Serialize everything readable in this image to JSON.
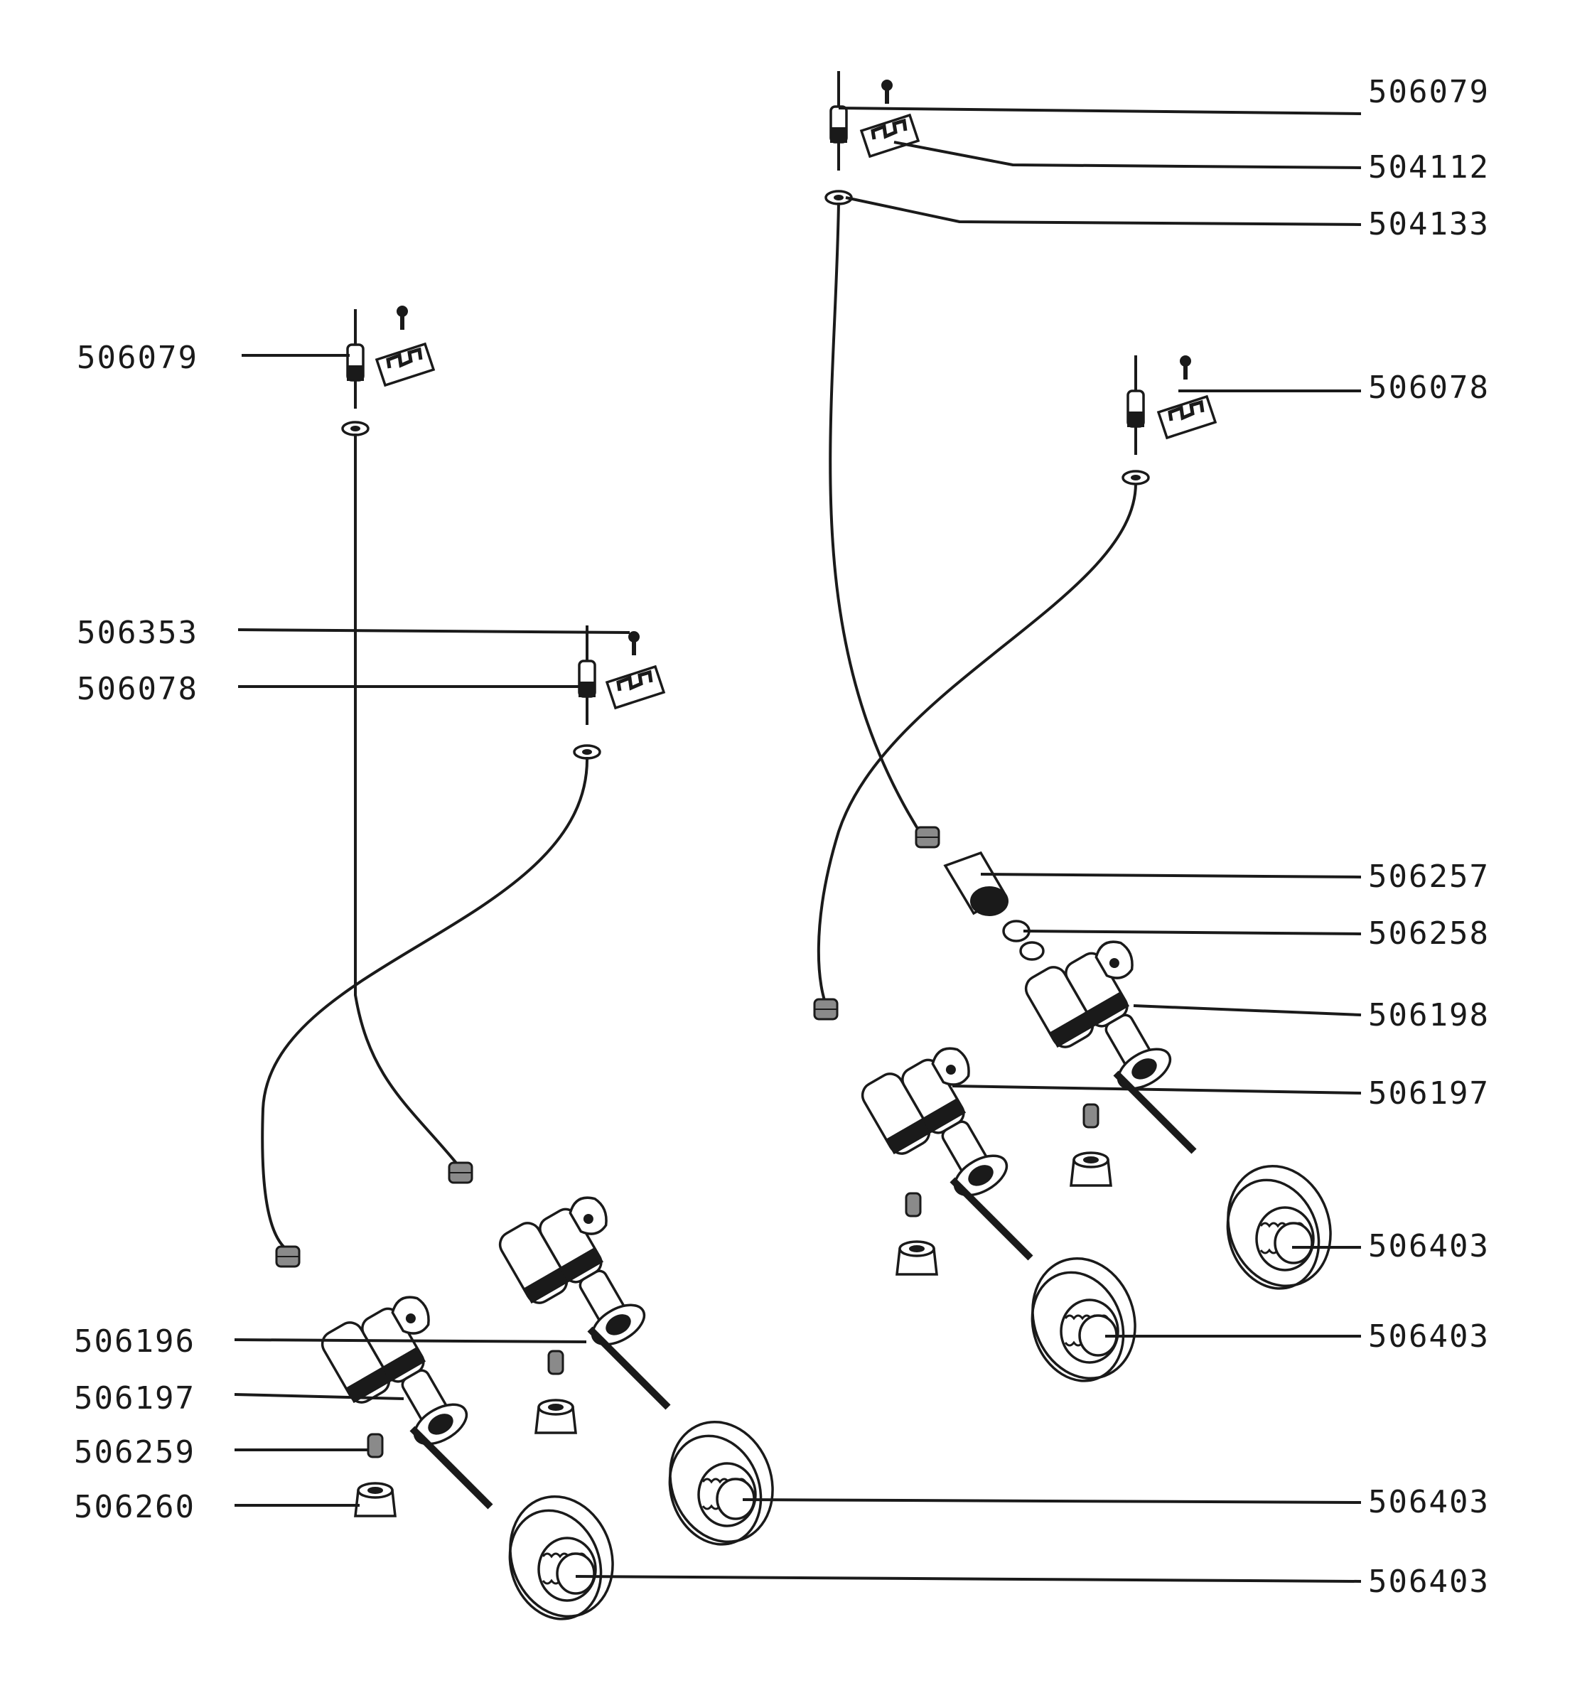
{
  "part_labels": {
    "right_thermocouple_long": "506079",
    "right_clip": "504112",
    "right_washer": "504133",
    "right_thermocouple_short": "506078",
    "right_nut": "506257",
    "right_olive": "506258",
    "right_valve_a": "506198",
    "right_valve_b": "506197",
    "right_knob_1": "506403",
    "right_knob_2": "506403",
    "left_thermocouple_long": "506079",
    "left_screw": "506353",
    "left_thermocouple_short": "506078",
    "left_valve_a": "506196",
    "left_valve_b": "506197",
    "left_insert": "506259",
    "left_nut": "506260",
    "left_knob_1": "506403",
    "left_knob_2": "506403"
  }
}
